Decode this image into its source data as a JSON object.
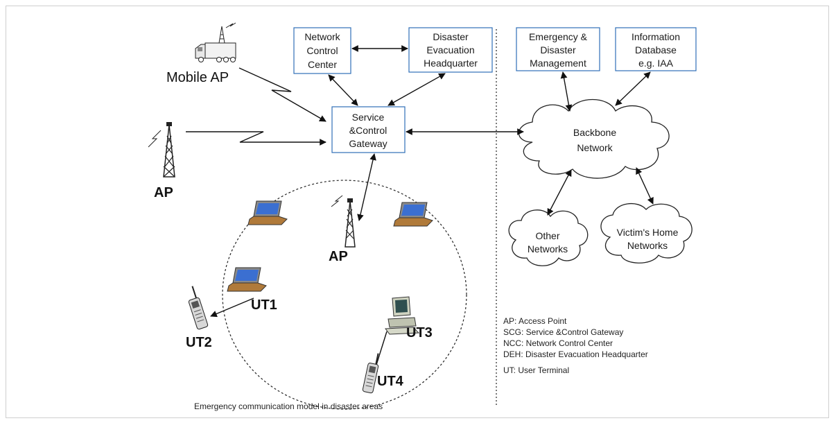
{
  "boxes": {
    "ncc": [
      "Network",
      "Control",
      "Center"
    ],
    "deh": [
      "Disaster",
      "Evacuation",
      "Headquarter"
    ],
    "scg": [
      "Service",
      "&Control",
      "Gateway"
    ],
    "edm": [
      "Emergency &",
      "Disaster",
      "Management"
    ],
    "idb": [
      "Information",
      "Database",
      "e.g. IAA"
    ]
  },
  "clouds": {
    "backbone": [
      "Backbone",
      "Network"
    ],
    "other": [
      "Other",
      "Networks"
    ],
    "victim": [
      "Victim's Home",
      "Networks"
    ]
  },
  "labels": {
    "mobile_ap": "Mobile AP",
    "ap_left": "AP",
    "ap_center": "AP",
    "ut1": "UT1",
    "ut2": "UT2",
    "ut3": "UT3",
    "ut4": "UT4"
  },
  "legend": [
    "AP: Access Point",
    "SCG: Service &Control Gateway",
    "NCC: Network Control Center",
    "DEH: Disaster Evacuation Headquarter",
    "UT: User Terminal"
  ],
  "caption": "Emergency communication model in disaster areas",
  "colors": {
    "box_border": "#2f6fb7",
    "laptop_screen": "#3b6fd1",
    "laptop_body": "#b07a3a"
  }
}
